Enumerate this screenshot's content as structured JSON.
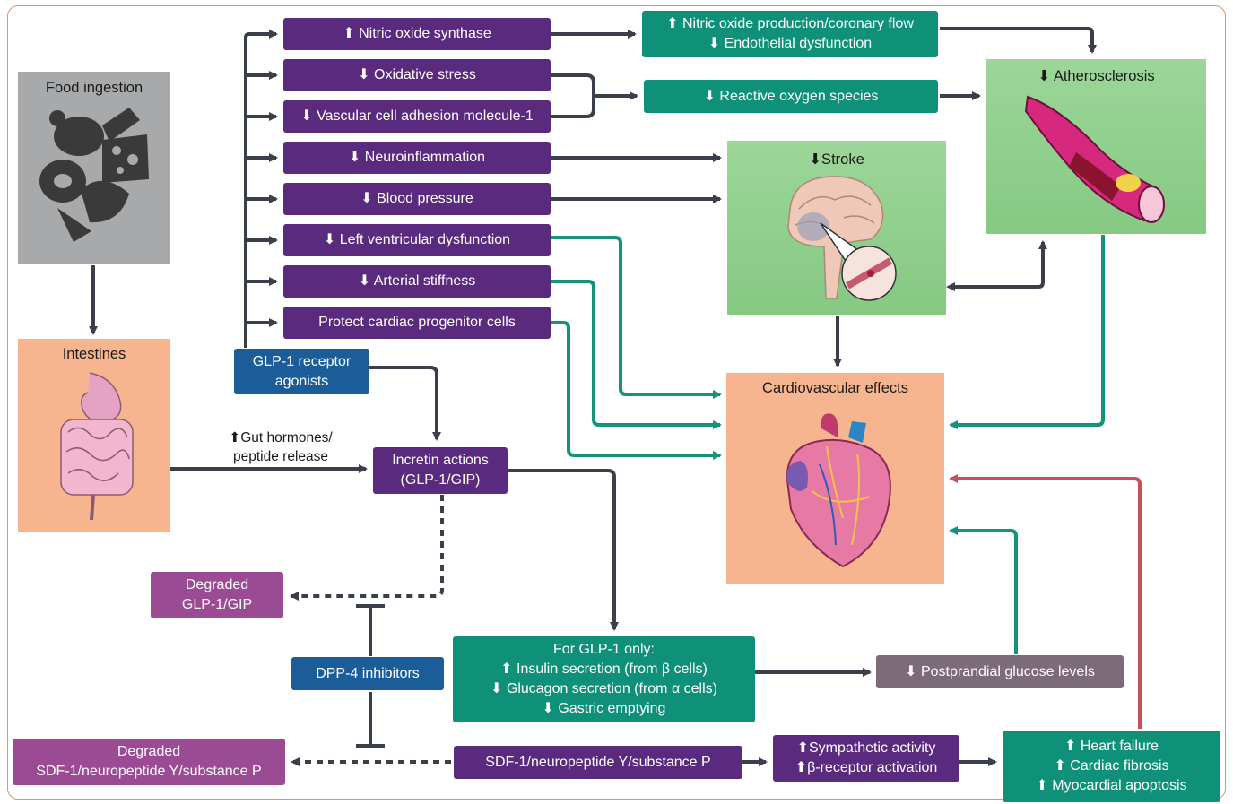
{
  "panels": {
    "food": "Food ingestion",
    "intestines": "Intestines",
    "stroke": "⬇Stroke",
    "athero": "⬇ Atherosclerosis",
    "cardio": "Cardiovascular effects"
  },
  "glp1_effects": [
    "⬆ Nitric oxide synthase",
    "⬇ Oxidative stress",
    "⬇ Vascular cell adhesion molecule-1",
    "⬇ Neuroinflammation",
    "⬇ Blood pressure",
    "⬇ Left ventricular dysfunction",
    "⬇ Arterial stiffness",
    "Protect cardiac progenitor cells"
  ],
  "nitric_oxide": [
    "⬆ Nitric oxide production/coronary flow",
    "⬇ Endothelial dysfunction"
  ],
  "ros": "⬇ Reactive oxygen species",
  "glp1_agonists": [
    "GLP-1 receptor",
    "agonists"
  ],
  "gut_release": [
    "⬆Gut hormones/",
    "peptide release"
  ],
  "incretin": [
    "Incretin actions",
    "(GLP-1/GIP)"
  ],
  "degraded_glp": [
    "Degraded",
    "GLP-1/GIP"
  ],
  "dpp4": "DPP-4 inhibitors",
  "glp1_only": [
    "For GLP-1 only:",
    "⬆ Insulin secretion (from β cells)",
    "⬇ Glucagon secretion (from α cells)",
    "⬇ Gastric emptying"
  ],
  "postprandial": "⬇ Postprandial glucose levels",
  "degraded_sdf": [
    "Degraded",
    "SDF-1/neuropeptide Y/substance P"
  ],
  "sdf": "SDF-1/neuropeptide Y/substance P",
  "sympathetic": [
    "⬆Sympathetic activity",
    "⬆β-receptor activation"
  ],
  "heart_failure": [
    "⬆ Heart failure",
    "⬆ Cardiac fibrosis",
    "⬆ Myocardial apoptosis"
  ],
  "colors": {
    "purple": "#5a2a7e",
    "teal": "#0f9079",
    "blue": "#1b5d98",
    "mauve": "#9a4b93",
    "grey_box": "#7c6b78",
    "arrow_dark": "#3a3f4b",
    "arrow_teal": "#139379",
    "arrow_red": "#c9505a",
    "green_panel": "#8fd08c",
    "peach_panel": "#f6b58e",
    "grey_panel": "#a7a9ab"
  }
}
